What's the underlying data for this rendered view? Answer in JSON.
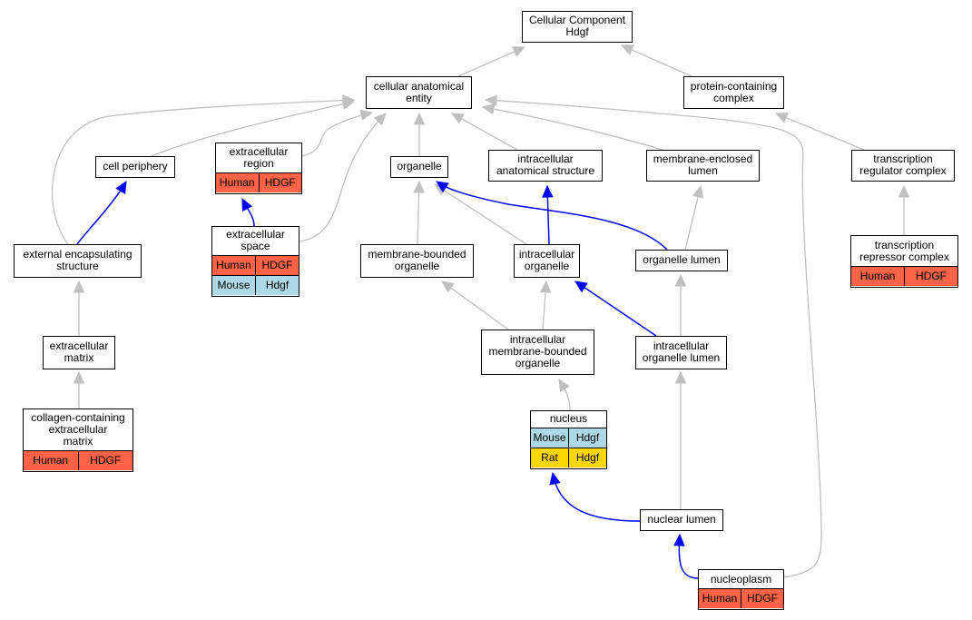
{
  "colors": {
    "Human": "#ff6347",
    "Mouse": "#add8e6",
    "Rat": "#ffd700",
    "is_a_edge": "#c0c0c0",
    "annotated_edge": "#0000ff"
  },
  "nodes": {
    "root": {
      "label": "Cellular Component\nHdgf",
      "species": []
    },
    "cae": {
      "label": "cellular anatomical\nentity",
      "species": []
    },
    "pcc": {
      "label": "protein-containing\ncomplex",
      "species": []
    },
    "cellper": {
      "label": "cell periphery",
      "species": []
    },
    "exreg": {
      "label": "extracellular\nregion",
      "species": [
        {
          "org": "Human",
          "gene": "HDGF"
        }
      ]
    },
    "organelle": {
      "label": "organelle",
      "species": []
    },
    "ias": {
      "label": "intracellular\nanatomical structure",
      "species": []
    },
    "mel": {
      "label": "membrane-enclosed\nlumen",
      "species": []
    },
    "trc": {
      "label": "transcription\nregulator complex",
      "species": []
    },
    "ees": {
      "label": "external encapsulating\nstructure",
      "species": []
    },
    "exspace": {
      "label": "extracellular\nspace",
      "species": [
        {
          "org": "Human",
          "gene": "HDGF"
        },
        {
          "org": "Mouse",
          "gene": "Hdgf"
        }
      ]
    },
    "mbo": {
      "label": "membrane-bounded\norganelle",
      "species": []
    },
    "io": {
      "label": "intracellular\norganelle",
      "species": []
    },
    "ol": {
      "label": "organelle lumen",
      "species": []
    },
    "trepc": {
      "label": "transcription\nrepressor complex",
      "species": [
        {
          "org": "Human",
          "gene": "HDGF"
        }
      ]
    },
    "exm": {
      "label": "extracellular\nmatrix",
      "species": []
    },
    "imbo": {
      "label": "intracellular\nmembrane-bounded\norganelle",
      "species": []
    },
    "iol": {
      "label": "intracellular\norganelle lumen",
      "species": []
    },
    "ccem": {
      "label": "collagen-containing\nextracellular\nmatrix",
      "species": [
        {
          "org": "Human",
          "gene": "HDGF"
        }
      ]
    },
    "nucleus": {
      "label": "nucleus",
      "species": [
        {
          "org": "Mouse",
          "gene": "Hdgf"
        },
        {
          "org": "Rat",
          "gene": "Hdgf"
        }
      ]
    },
    "nl": {
      "label": "nuclear lumen",
      "species": []
    },
    "np": {
      "label": "nucleoplasm",
      "species": [
        {
          "org": "Human",
          "gene": "HDGF"
        }
      ]
    }
  },
  "edges": [
    {
      "from": "cae",
      "to": "root",
      "type": "is_a"
    },
    {
      "from": "pcc",
      "to": "root",
      "type": "is_a"
    },
    {
      "from": "cellper",
      "to": "cae",
      "type": "is_a"
    },
    {
      "from": "exreg",
      "to": "cae",
      "type": "is_a"
    },
    {
      "from": "organelle",
      "to": "cae",
      "type": "is_a"
    },
    {
      "from": "ias",
      "to": "cae",
      "type": "is_a"
    },
    {
      "from": "mel",
      "to": "cae",
      "type": "is_a"
    },
    {
      "from": "ees",
      "to": "cae",
      "type": "is_a"
    },
    {
      "from": "exspace",
      "to": "cae",
      "type": "is_a"
    },
    {
      "from": "np",
      "to": "cae",
      "type": "is_a"
    },
    {
      "from": "trc",
      "to": "pcc",
      "type": "is_a"
    },
    {
      "from": "ees",
      "to": "cellper",
      "type": "annotated"
    },
    {
      "from": "exspace",
      "to": "exreg",
      "type": "annotated"
    },
    {
      "from": "mbo",
      "to": "organelle",
      "type": "is_a"
    },
    {
      "from": "io",
      "to": "organelle",
      "type": "is_a"
    },
    {
      "from": "ol",
      "to": "organelle",
      "type": "annotated"
    },
    {
      "from": "io",
      "to": "ias",
      "type": "annotated"
    },
    {
      "from": "ol",
      "to": "mel",
      "type": "is_a"
    },
    {
      "from": "trepc",
      "to": "trc",
      "type": "is_a"
    },
    {
      "from": "exm",
      "to": "ees",
      "type": "is_a"
    },
    {
      "from": "imbo",
      "to": "mbo",
      "type": "is_a"
    },
    {
      "from": "imbo",
      "to": "io",
      "type": "is_a"
    },
    {
      "from": "iol",
      "to": "io",
      "type": "annotated"
    },
    {
      "from": "iol",
      "to": "ol",
      "type": "is_a"
    },
    {
      "from": "ccem",
      "to": "exm",
      "type": "is_a"
    },
    {
      "from": "nucleus",
      "to": "imbo",
      "type": "is_a"
    },
    {
      "from": "nl",
      "to": "nucleus",
      "type": "annotated"
    },
    {
      "from": "nl",
      "to": "iol",
      "type": "is_a"
    },
    {
      "from": "np",
      "to": "nl",
      "type": "annotated"
    }
  ]
}
